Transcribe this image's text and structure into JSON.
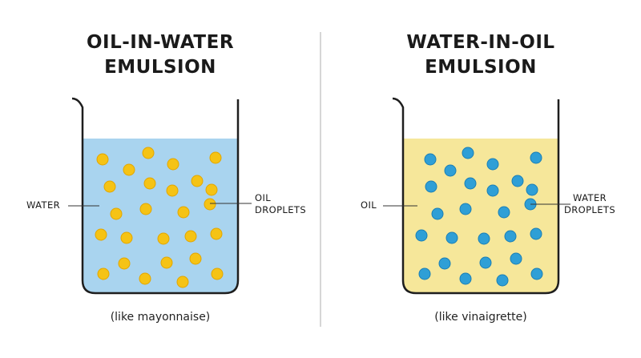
{
  "panels": [
    {
      "title_line1": "OIL-IN-WATER",
      "title_line2": "EMULSION",
      "caption": "(like mayonnaise)",
      "left_label": "WATER",
      "right_label_line1": "OIL",
      "right_label_line2": "DROPLETS",
      "liquid_color": "#a9d4ef",
      "droplet_color": "#f5c315",
      "droplet_stroke": "#e3a600"
    },
    {
      "title_line1": "WATER-IN-OIL",
      "title_line2": "EMULSION",
      "caption": "(like vinaigrette)",
      "left_label": "OIL",
      "right_label_line1": "WATER",
      "right_label_line2": "DROPLETS",
      "liquid_color": "#f6e79a",
      "droplet_color": "#2f9fd6",
      "droplet_stroke": "#1a7fb6"
    }
  ],
  "colors": {
    "divider": "#c8c8c8",
    "beaker_outline": "#1e1e1e"
  }
}
